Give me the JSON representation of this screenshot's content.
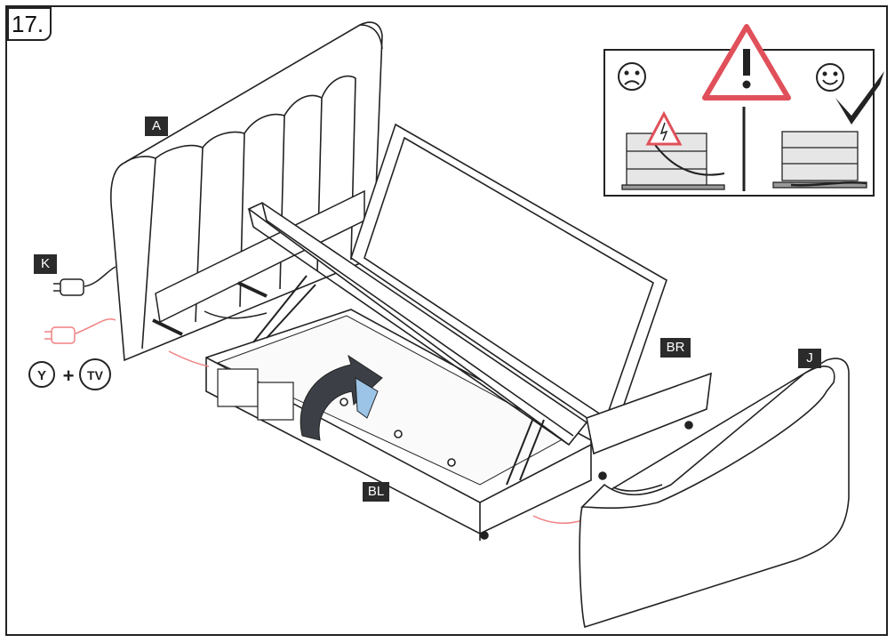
{
  "step": {
    "number": "17."
  },
  "labels": {
    "A": "A",
    "K": "K",
    "BR": "BR",
    "J": "J",
    "BL": "BL"
  },
  "connections": {
    "y": "Y",
    "plus": "+",
    "tv": "TV"
  },
  "warning": {
    "bad_face": "sad-face-icon",
    "good_face": "happy-face-icon",
    "colors": {
      "warning_red": "#e0505a",
      "cable_pink": "#f08080",
      "line": "#222222",
      "panel_gray": "#e6e6e6"
    }
  }
}
